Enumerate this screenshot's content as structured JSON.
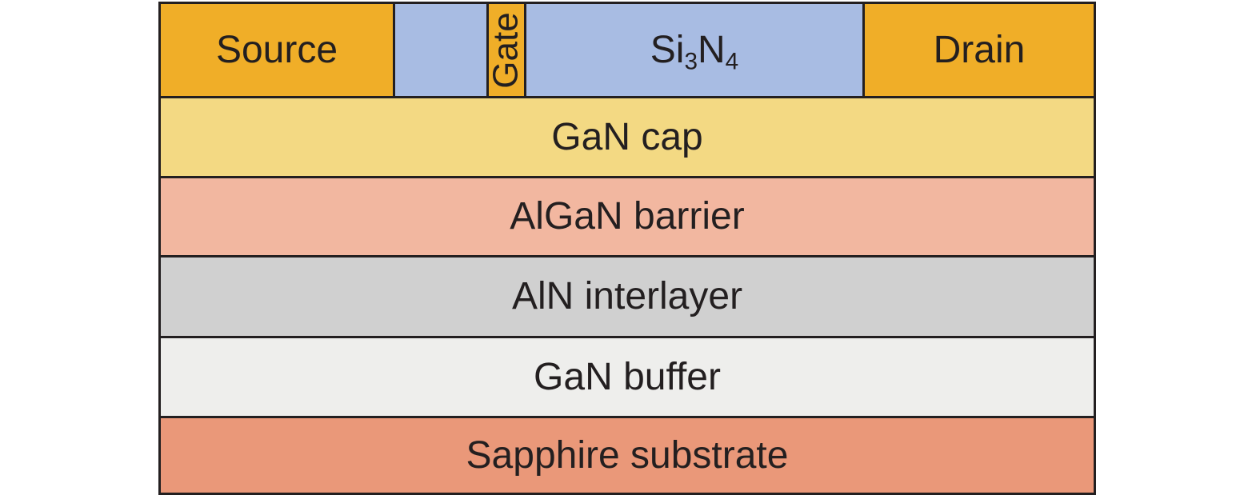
{
  "top_layer": {
    "source": "Source",
    "gate": "Gate",
    "passivation_main": "Si",
    "passivation_sub1": "3",
    "passivation_mid": "N",
    "passivation_sub2": "4",
    "drain": "Drain"
  },
  "layers": [
    {
      "label": "GaN cap",
      "color": "#f3d983"
    },
    {
      "label": "AlGaN barrier",
      "color": "#f2b7a0"
    },
    {
      "label": "AlN interlayer",
      "color": "#d0d0d0"
    },
    {
      "label": "GaN buffer",
      "color": "#eeeeec"
    },
    {
      "label": "Sapphire substrate",
      "color": "#ea9879"
    }
  ],
  "colors": {
    "contact": "#f0ae28",
    "passivation": "#a8bce3",
    "outline": "#231f20"
  }
}
